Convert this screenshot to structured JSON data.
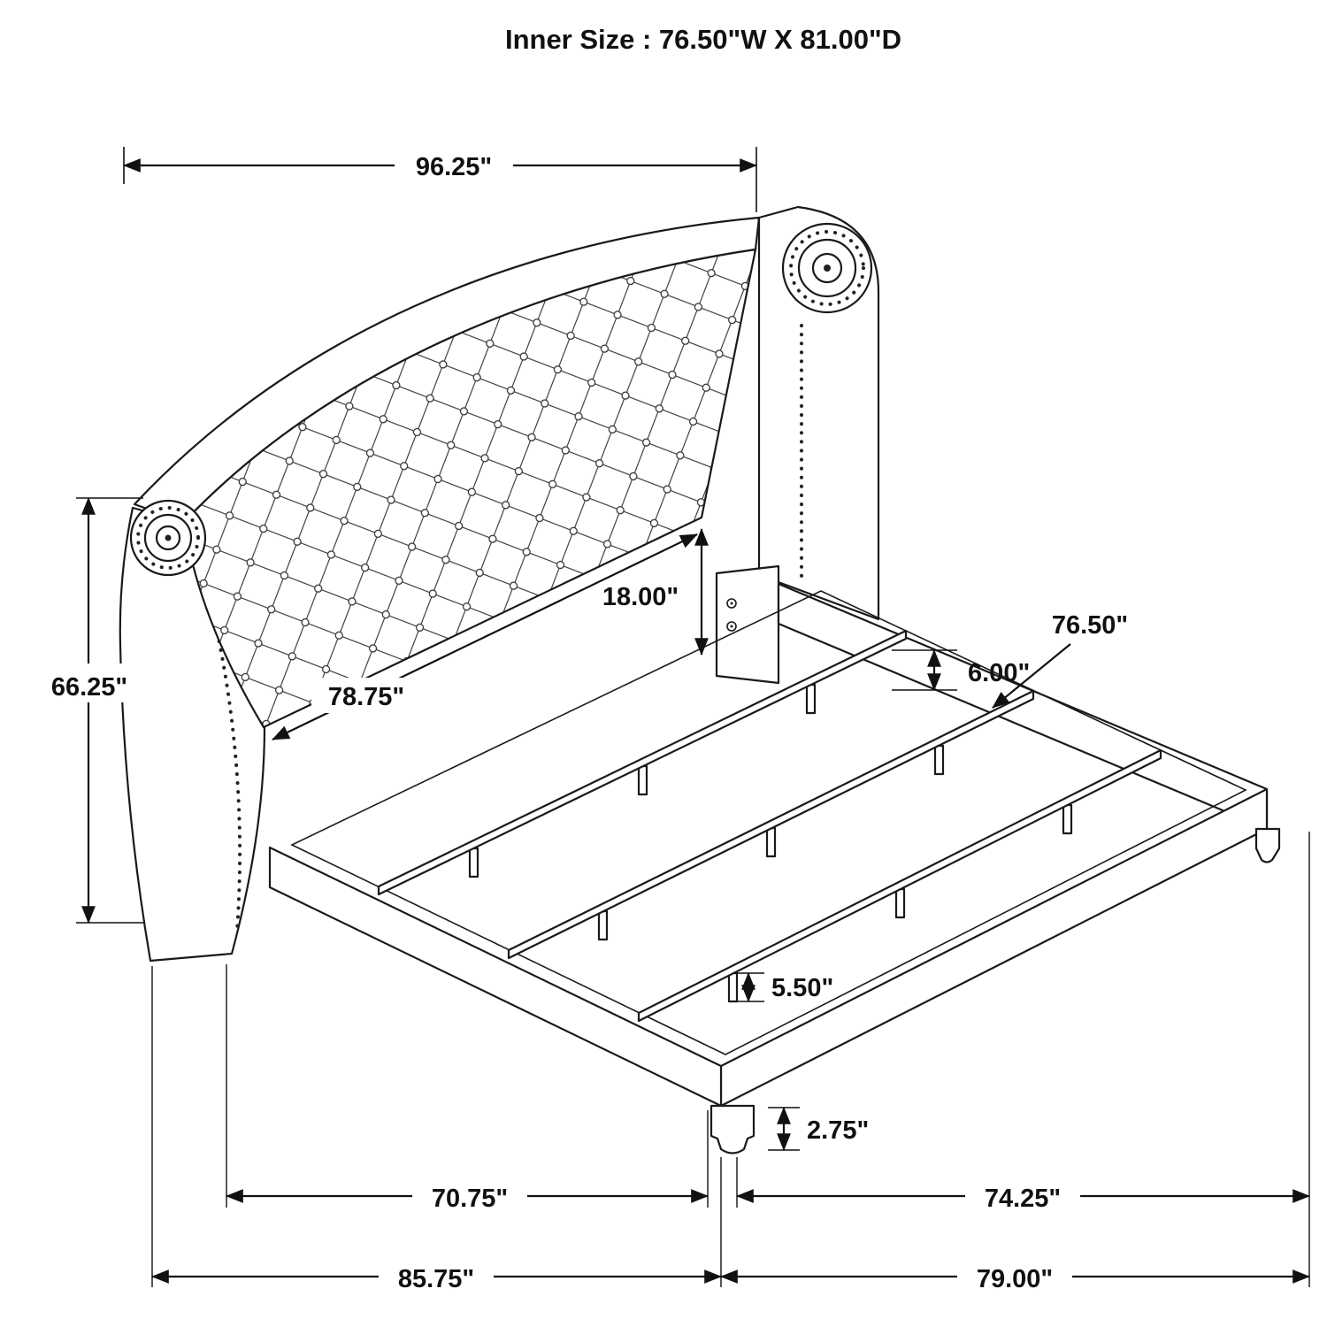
{
  "title": "Inner Size : 76.50\"W X 81.00\"D",
  "dims": {
    "overall_width": "96.25\"",
    "headboard_height": "66.25\"",
    "headboard_to_rail": "18.00\"",
    "headboard_width": "78.75\"",
    "slat_length": "76.50\"",
    "rail_height": "6.00\"",
    "slat_leg_height": "5.50\"",
    "foot_leg_height": "2.75\"",
    "inner_width_front": "70.75\"",
    "inner_depth_right": "74.25\"",
    "overall_width_front": "85.75\"",
    "overall_depth_right": "79.00\""
  }
}
